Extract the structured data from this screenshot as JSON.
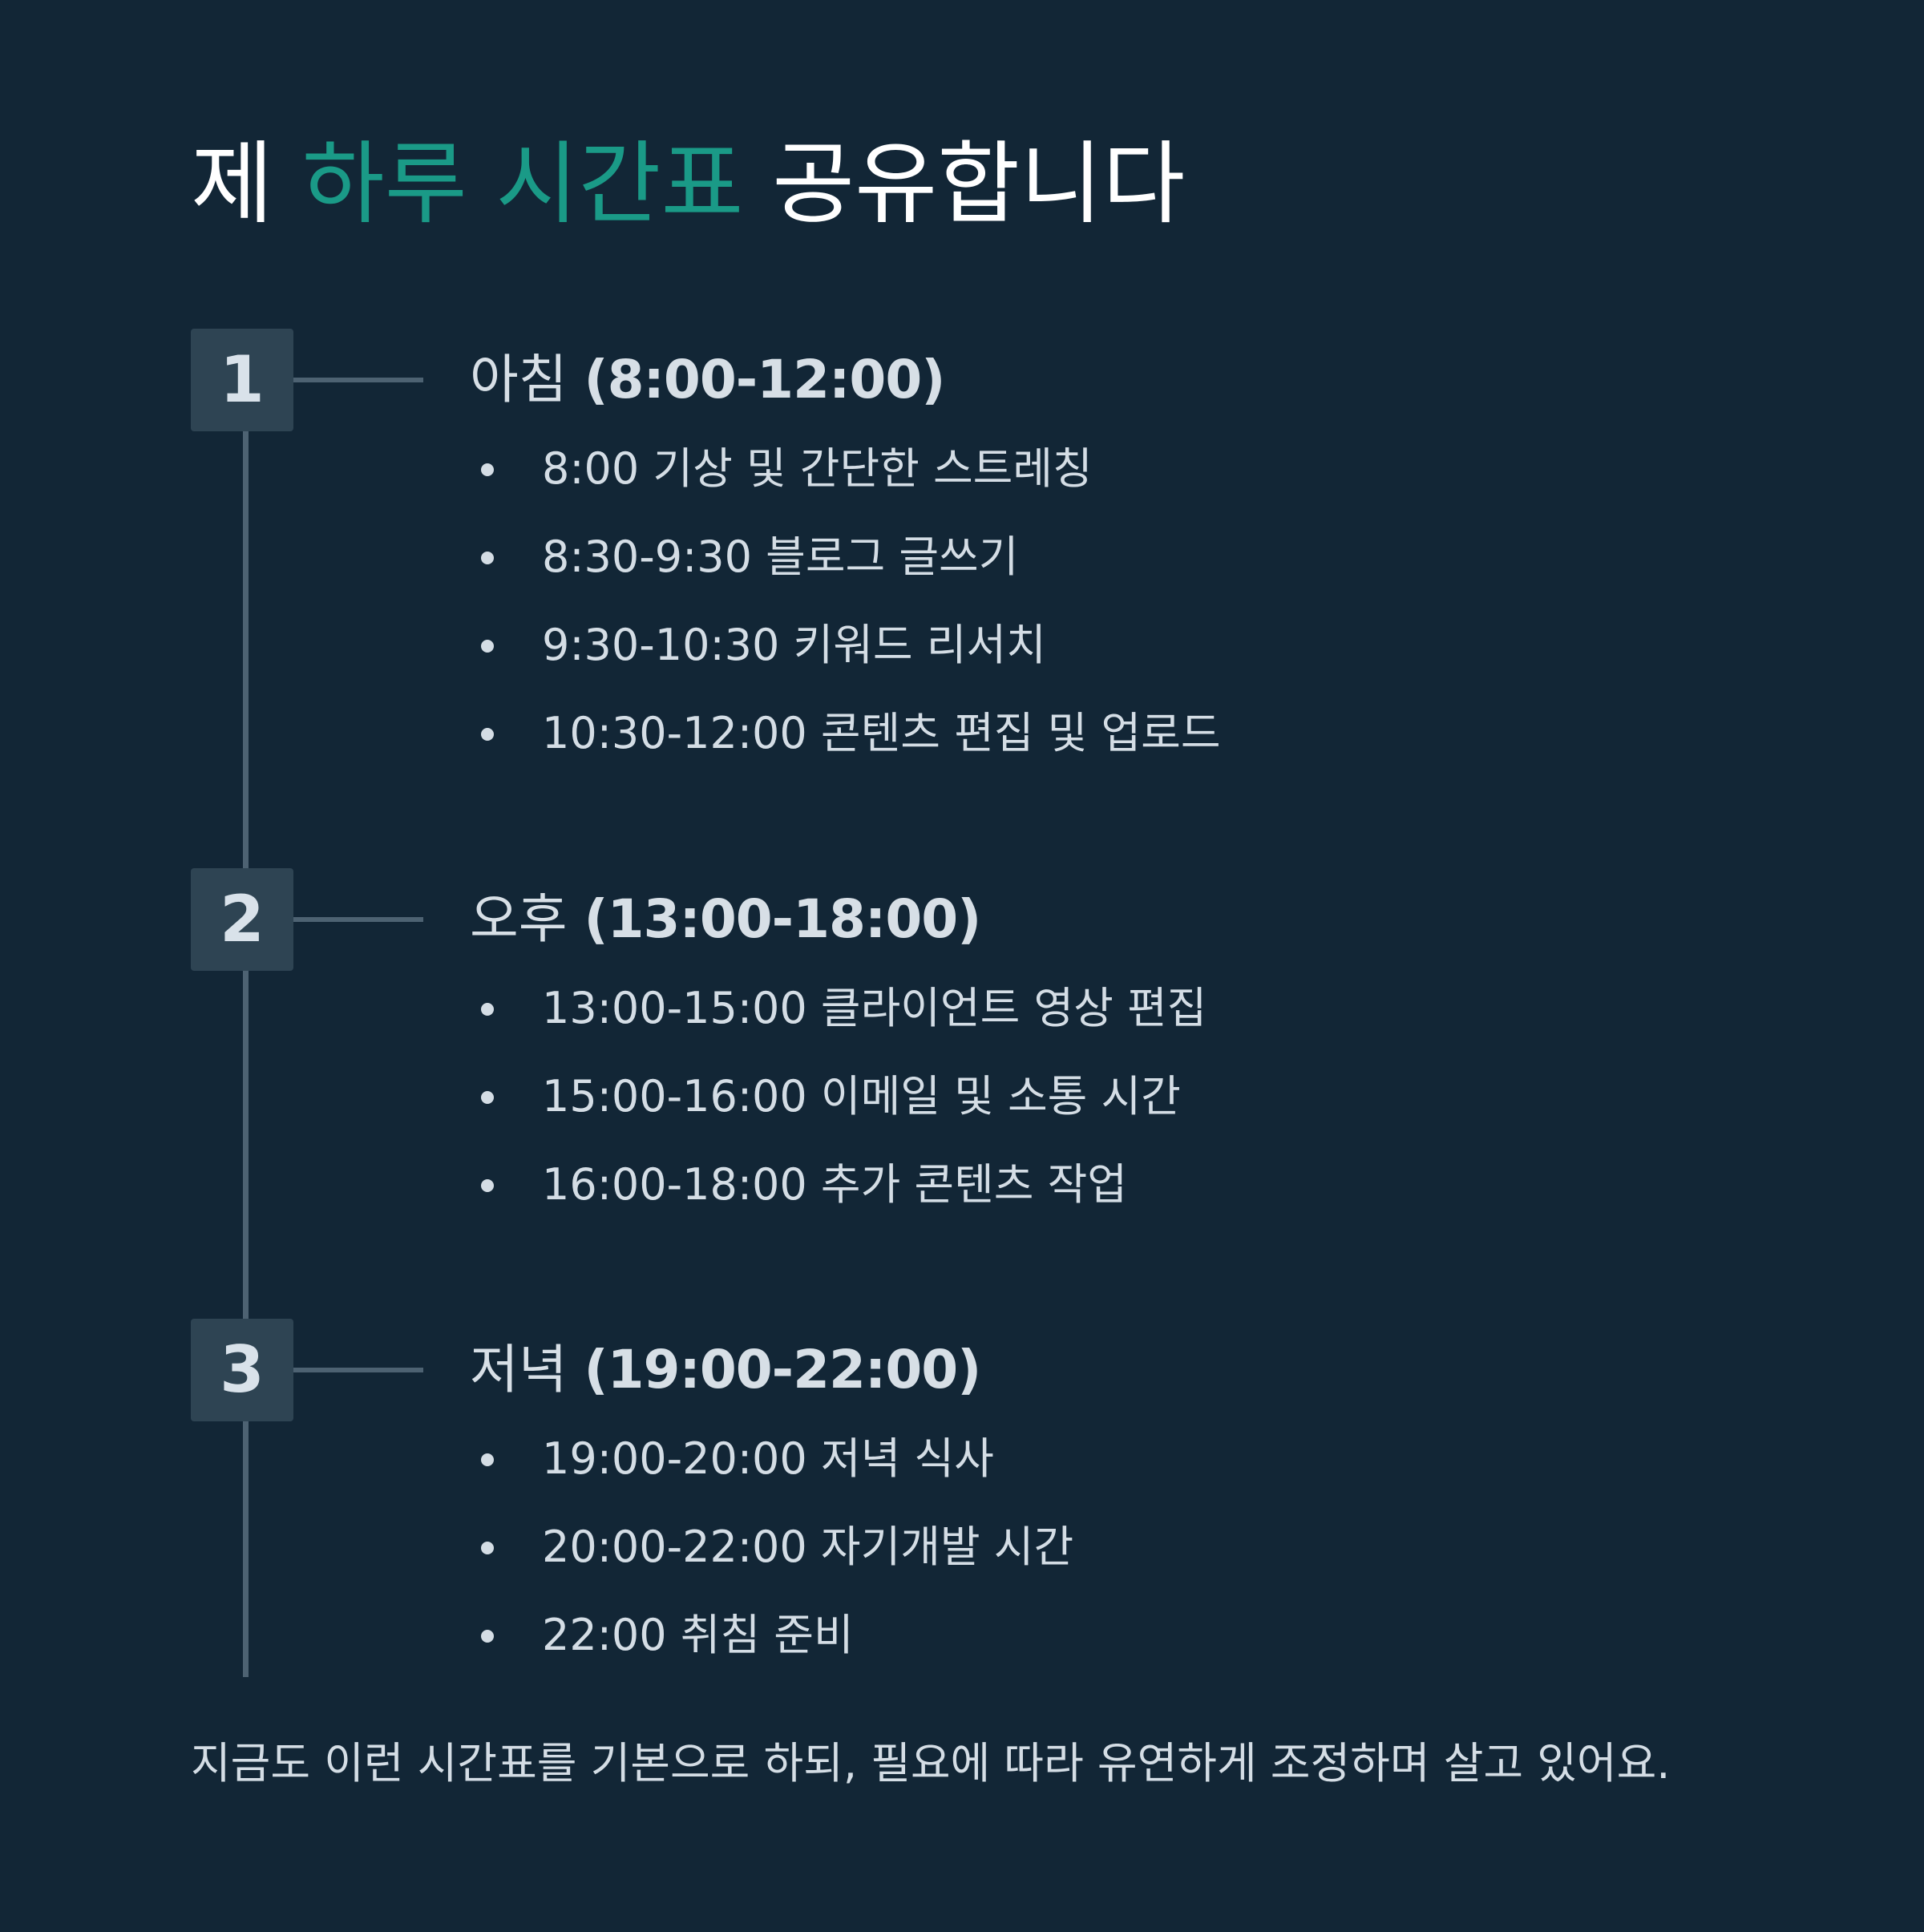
{
  "title": {
    "prefix": "제 ",
    "highlight": "하루 시간표",
    "suffix": " 공유합니다"
  },
  "sections": [
    {
      "number": "1",
      "name": "아침",
      "time": "(8:00-12:00)",
      "items": [
        "8:00 기상 및 간단한 스트레칭",
        "8:30-9:30 블로그 글쓰기",
        "9:30-10:30 키워드 리서치",
        "10:30-12:00 콘텐츠 편집 및 업로드"
      ]
    },
    {
      "number": "2",
      "name": "오후",
      "time": "(13:00-18:00)",
      "items": [
        "13:00-15:00 클라이언트 영상 편집",
        "15:00-16:00 이메일 및 소통 시간",
        "16:00-18:00 추가 콘텐츠 작업"
      ]
    },
    {
      "number": "3",
      "name": "저녁",
      "time": "(19:00-22:00)",
      "items": [
        "19:00-20:00 저녁 식사",
        "20:00-22:00 자기개발 시간",
        "22:00 취침 준비"
      ]
    }
  ],
  "footer": "지금도 이런 시간표를 기본으로 하되, 필요에 따라 유연하게 조정하며 살고 있어요.",
  "colors": {
    "background": "#122636",
    "accent": "#1a9a87",
    "number_box": "#2e4453",
    "timeline": "#4d6272",
    "text": "#d4dde5"
  }
}
